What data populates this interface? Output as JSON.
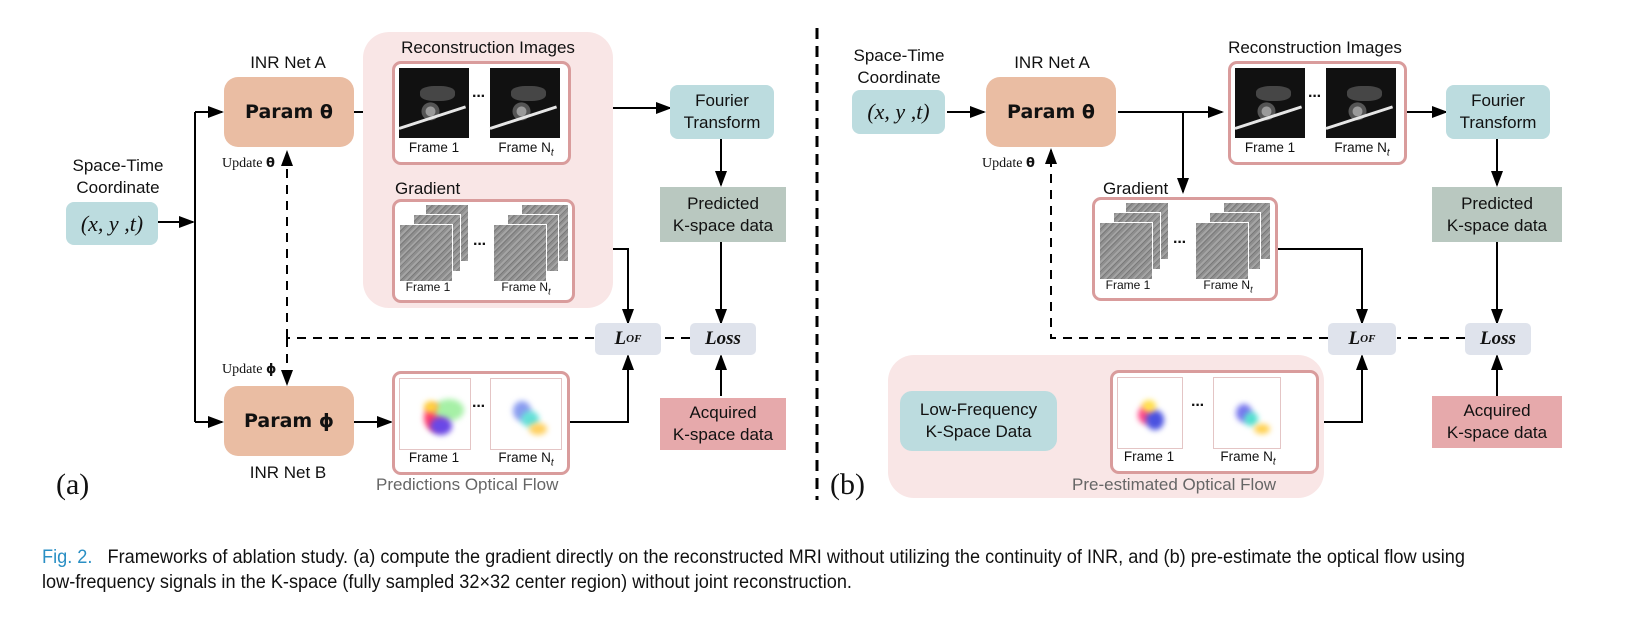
{
  "panel_a": {
    "label": "(a)",
    "coord_title": "Space-Time Coordinate",
    "coord_title_line1": "Space-Time",
    "coord_title_line2": "Coordinate",
    "coord_value": "(x, y ,t)",
    "net_a_title": "INR Net A",
    "net_a_param": "Param θ",
    "net_b_title": "INR Net B",
    "net_b_param": "Param ϕ",
    "update_theta": "Update",
    "update_theta_sym": "θ",
    "update_phi": "Update",
    "update_phi_sym": "ϕ",
    "recon_title": "Reconstruction Images",
    "gradient_title": "Gradient",
    "flow_title": "Predictions Optical Flow",
    "frame_first": "Frame 1",
    "frame_last": "Frame N",
    "frame_last_sub": "t",
    "ellipsis": "···",
    "fourier_line1": "Fourier",
    "fourier_line2": "Transform",
    "predicted_line1": "Predicted",
    "predicted_line2": "K-space data",
    "acquired_line1": "Acquired",
    "acquired_line2": "K-space data",
    "lof": "L",
    "lof_sub": "OF",
    "loss": "Loss"
  },
  "panel_b": {
    "label": "(b)",
    "coord_title_line1": "Space-Time",
    "coord_title_line2": "Coordinate",
    "coord_value": "(x, y ,t)",
    "net_a_title": "INR Net A",
    "net_a_param": "Param θ",
    "update_theta": "Update",
    "update_theta_sym": "θ",
    "recon_title": "Reconstruction Images",
    "gradient_title": "Gradient",
    "lowfreq_line1": "Low-Frequency",
    "lowfreq_line2": "K-Space Data",
    "flow_title": "Pre-estimated Optical Flow",
    "frame_first": "Frame 1",
    "frame_last": "Frame N",
    "frame_last_sub": "t",
    "ellipsis": "···",
    "fourier_line1": "Fourier",
    "fourier_line2": "Transform",
    "predicted_line1": "Predicted",
    "predicted_line2": "K-space data",
    "acquired_line1": "Acquired",
    "acquired_line2": "K-space data",
    "lof": "L",
    "lof_sub": "OF",
    "loss": "Loss"
  },
  "caption": {
    "fig_label": "Fig. 2.",
    "text": "Frameworks of ablation study. (a) compute the gradient directly on the reconstructed MRI without utilizing the continuity of INR, and (b) pre-estimate the optical flow using low-frequency signals in the K-space (fully sampled 32×32 center region) without joint reconstruction."
  },
  "colors": {
    "param_box": "#eabda3",
    "teal_box": "#bcdcdf",
    "predicted_box": "#b9c8c0",
    "acquired_box": "#e6a9ab",
    "loss_box": "#dfe3ec",
    "group_bg": "#f9e6e6",
    "frame_border": "#d99c9c",
    "fig_label": "#2a8fc4"
  }
}
